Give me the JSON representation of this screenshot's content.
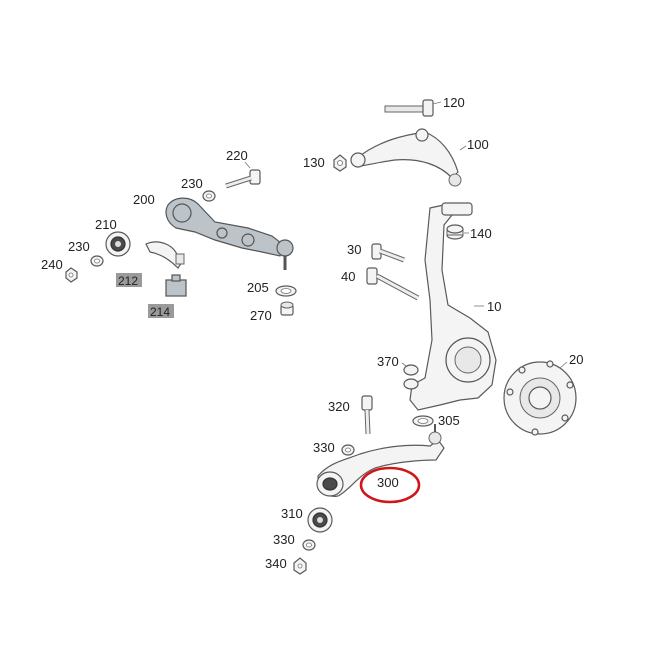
{
  "labels": {
    "l120": "120",
    "l100": "100",
    "l130": "130",
    "l220": "220",
    "l230a": "230",
    "l200": "200",
    "l210": "210",
    "l230b": "230",
    "l240": "240",
    "l212": "212",
    "l214": "214",
    "l205": "205",
    "l270": "270",
    "l30": "30",
    "l40": "40",
    "l140": "140",
    "l10": "10",
    "l370": "370",
    "l20": "20",
    "l320": "320",
    "l305": "305",
    "l330a": "330",
    "l300": "300",
    "l310": "310",
    "l330b": "330",
    "l340": "340"
  },
  "colors": {
    "highlight": "#d0161b",
    "greyArm": "#bcc3c9",
    "ink": "#222222"
  }
}
